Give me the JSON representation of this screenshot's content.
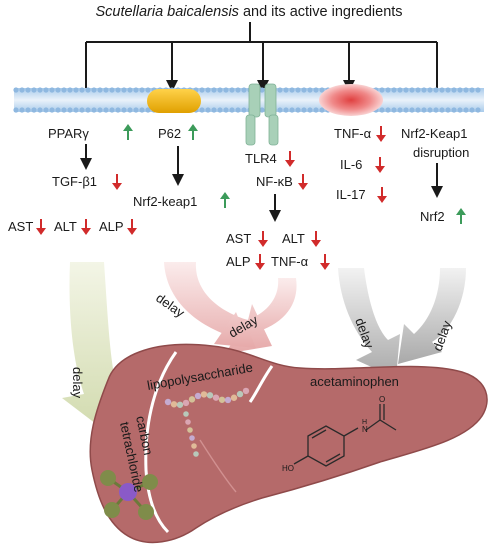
{
  "title": {
    "italic": "Scutellaria baicalensis",
    "rest": " and its active ingredients"
  },
  "pathways": {
    "ppar": {
      "label": "PPARγ",
      "change": "up"
    },
    "p62": {
      "label": "P62",
      "change": "up"
    },
    "tlr4": {
      "label": "TLR4",
      "change": "down"
    },
    "tnfa1": {
      "label": "TNF-α",
      "change": "down"
    },
    "nrf2keap_line1": {
      "label": "Nrf2-Keap1"
    },
    "nrf2keap_line2": {
      "label": "disruption"
    }
  },
  "downstream": {
    "tgf": {
      "label": "TGF-β1",
      "change": "down"
    },
    "ast1": {
      "label": "AST",
      "change": "down"
    },
    "alt1": {
      "label": "ALT",
      "change": "down"
    },
    "alp1": {
      "label": "ALP",
      "change": "down"
    },
    "nrfkeap1": {
      "label": "Nrf2-keap1",
      "change": "up"
    },
    "nfkb": {
      "label": "NF-κB",
      "change": "down"
    },
    "ast2": {
      "label": "AST",
      "change": "down"
    },
    "alt2": {
      "label": "ALT",
      "change": "down"
    },
    "alp2": {
      "label": "ALP",
      "change": "down"
    },
    "tnfa2": {
      "label": "TNF-α",
      "change": "down"
    },
    "il6": {
      "label": "IL-6",
      "change": "down"
    },
    "il17": {
      "label": "IL-17",
      "change": "down"
    },
    "nrf2": {
      "label": "Nrf2",
      "change": "up"
    }
  },
  "delays": {
    "d1": "delay",
    "d2": "delay",
    "d3": "delay",
    "d4": "delay",
    "d5": "delay"
  },
  "liver": {
    "lps": "lipopolysaccharide",
    "ccl4_line1": "carbon",
    "ccl4_line2": "tetrachloride",
    "apap": "acetaminophen",
    "ho": "HO"
  },
  "colors": {
    "liver": "#b56a6a",
    "liver_stroke": "#8f4a4a",
    "up_arrow": "#3c9b5a",
    "down_arrow": "#d12b2b",
    "membrane_head": "#8fb8e0",
    "gold_receptor": "#f0b400",
    "tlr_receptor": "#a8d0b8",
    "tnf_receptor": "#e86060",
    "delay_gray": "#bdbdbd",
    "delay_pink": "#f2c9c9",
    "delay_green": "#e2e8c8"
  }
}
